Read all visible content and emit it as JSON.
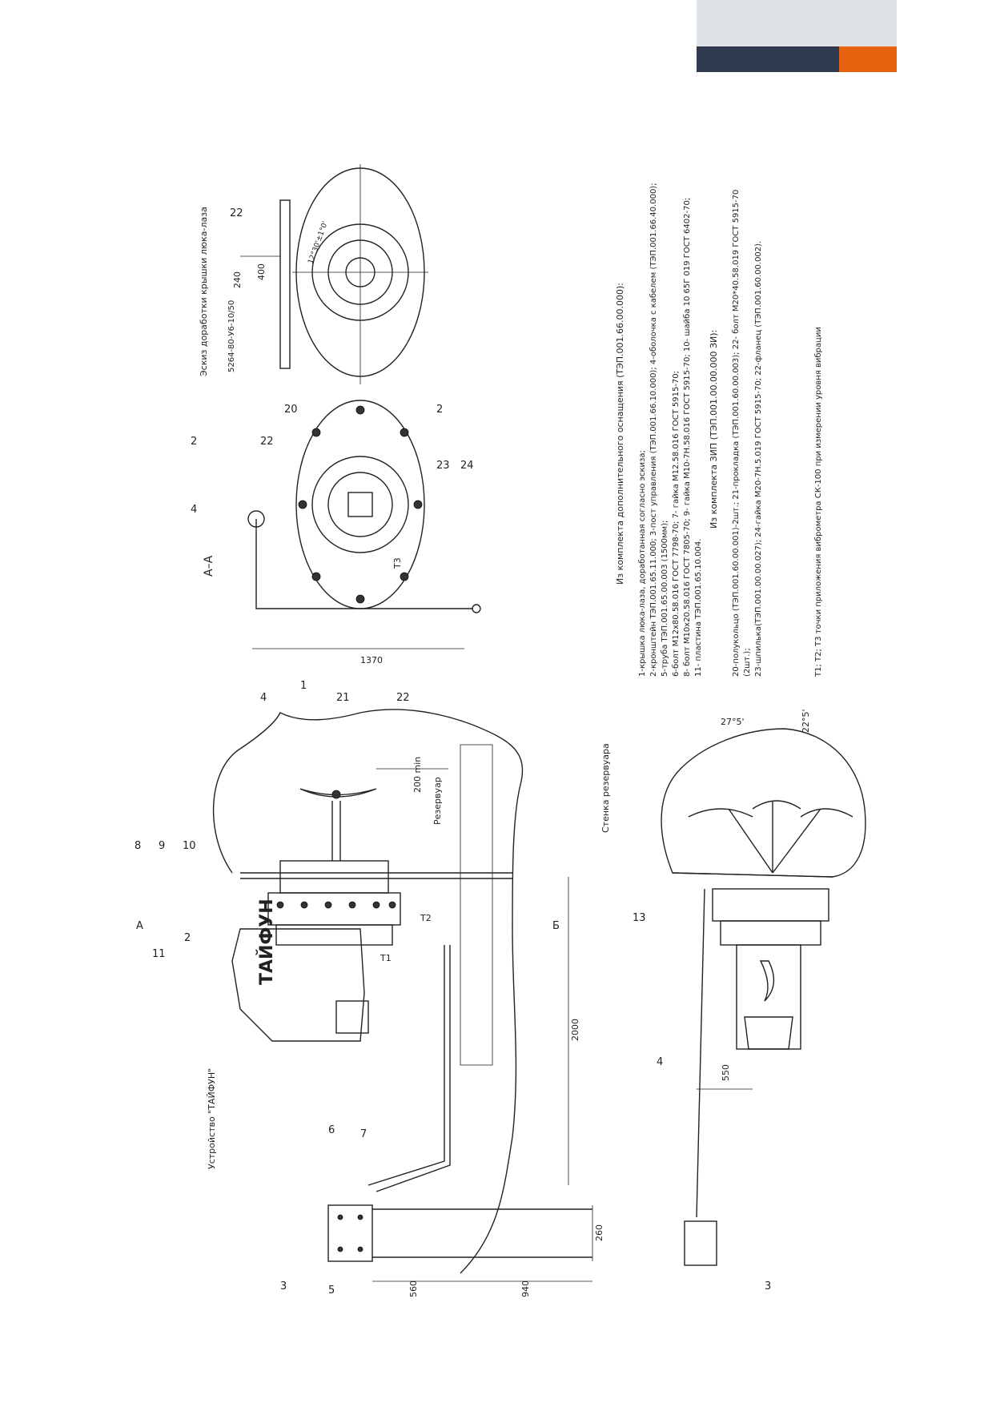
{
  "header": {
    "band_colors": {
      "grey": "#dfe3e6",
      "navy": "#2f3a4e",
      "orange": "#e8630f"
    }
  },
  "drawing": {
    "main_view": {
      "device_label": "Устройство \"ТАЙФУН\"",
      "brand": "ТАЙФУН",
      "tank_label": "Резервуар",
      "dims": {
        "d2000": "2000",
        "d200min": "200 min",
        "d260": "260",
        "d560": "560",
        "d940": "940"
      },
      "section_a": "А",
      "section_b": "Б",
      "points": {
        "t1": "Т1",
        "t2": "Т2"
      },
      "callouts": {
        "c8": "8",
        "c9": "9",
        "c10": "10",
        "c11": "11",
        "c2": "2",
        "c4": "4",
        "c1": "1",
        "c21": "21",
        "c22": "22",
        "c6": "6",
        "c7": "7",
        "c3": "3",
        "c5": "5"
      }
    },
    "section_aa": {
      "title": "А–А",
      "dim_1370": "1370",
      "point_t3": "Т3",
      "callouts": {
        "c4": "4",
        "c2a": "2",
        "c22": "22",
        "c20": "20",
        "c2b": "2",
        "c23": "23",
        "c24": "24"
      }
    },
    "sketch": {
      "title": "Эскиз доработки крышки люка-лаза",
      "dim_240": "240",
      "dim_400": "400",
      "angle": "12°30'±1°0'",
      "weld_note": "5264-80-У6-10/50",
      "callout_22": "22"
    },
    "bottom_view": {
      "wall_label": "Стенка резервуара",
      "dim_550": "550",
      "angle_1": "27°5'",
      "angle_2": "22°5'",
      "callouts": {
        "c13": "13",
        "c4": "4",
        "c3": "3"
      }
    },
    "notes": {
      "heading_1": "Из комплекта дополнительного оснащения (ТЭП.001.66.00.000):",
      "lines_1": [
        "1-крышка люка-лаза, доработанная согласно эскиза;",
        "2-кронштейн ТЭП.001.65.11.000; 3-пост управления (ТЭП.001.66.10.000); 4-оболочка с кабелем (ТЭП.001.66.40.000);",
        "5-труба ТЭП.001.65.00.003 (1500мм);",
        "6-болт М12х80.58.016 ГОСТ 7798-70; 7- гайка М12.58.016 ГОСТ 5915-70;",
        "8- болт М10х20.58.016 ГОСТ 7805-70; 9- гайка М10-7Н.58.016 ГОСТ 5915-70; 10- шайба 10 65Г 019 ГОСТ 6402-70;",
        "11- пластина ТЭП.001.65.10.004."
      ],
      "heading_2": "Из комплекта ЗИП (ТЭП.001.00.00.000 ЗИ):",
      "lines_2": [
        "20-полукольцо (ТЭП.001.60.00.001)-2шт.; 21-прокладка (ТЭП.001.60.00.003); 22- болт М20*40.58.019 ГОСТ 5915-70",
        "(2шт.);",
        "23-шпилька(ТЭП.001.00.00.027); 24-гайка М20-7Н.5.019 ГОСТ 5915-70; 22-фланец (ТЭП.001.60.00.002)."
      ],
      "footer": "Т1; Т2; Т3 точки приложения виброметра СК-100 при измерении уровня вибрации"
    }
  }
}
